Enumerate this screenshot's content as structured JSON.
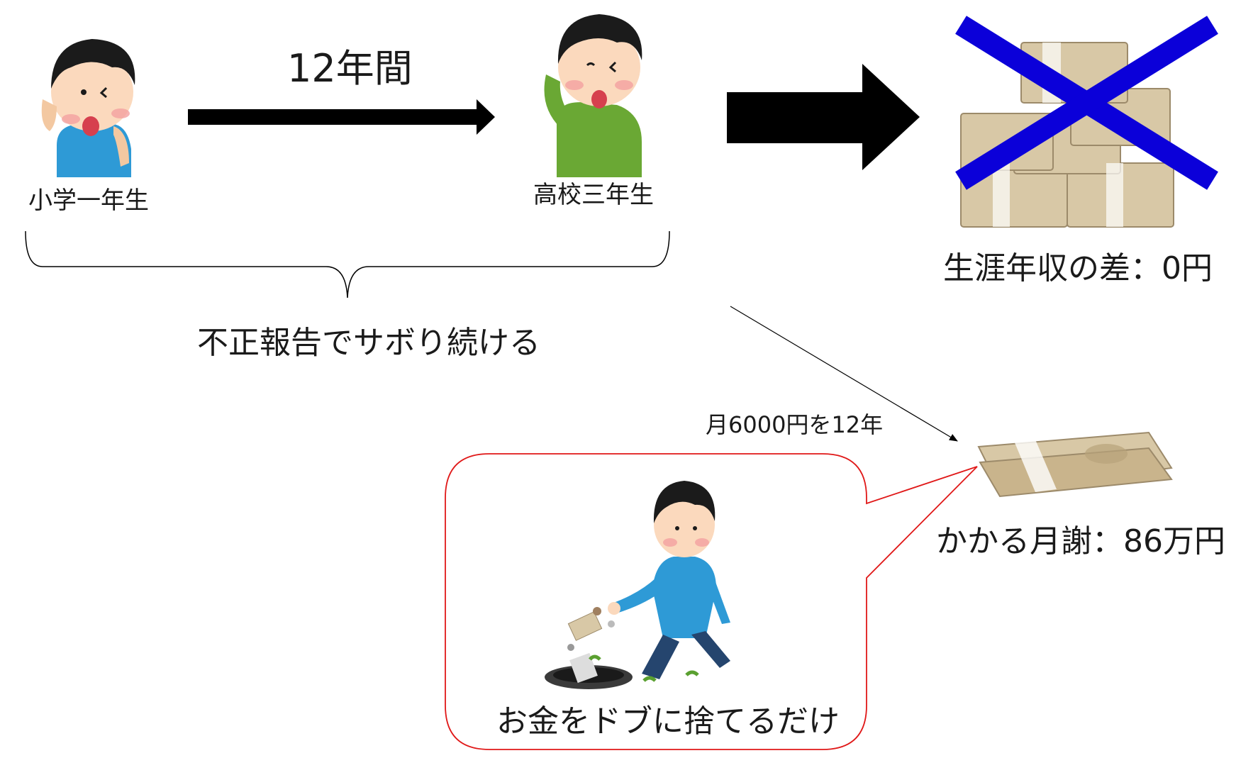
{
  "labels": {
    "duration": "12年間",
    "start_grade": "小学一年生",
    "end_grade": "高校三年生",
    "income_diff": "生涯年収の差：0円",
    "cheating": "不正報告でサボり続ける",
    "monthly_cost": "月6000円を12年",
    "tuition_total": "かかる月謝：86万円",
    "waste": "お金をドブに捨てるだけ"
  },
  "colors": {
    "arrow": "#000000",
    "cross": "#0b00d9",
    "bubble_border": "#e01818",
    "shirt_blue": "#2e9ad6",
    "shirt_green": "#6aa834",
    "banknote": "#d8c8a6"
  },
  "icons": [
    "boy-grade1-icon",
    "boy-grade12-icon",
    "money-stack-icon",
    "money-bundle-icon",
    "man-throwing-money-icon"
  ]
}
